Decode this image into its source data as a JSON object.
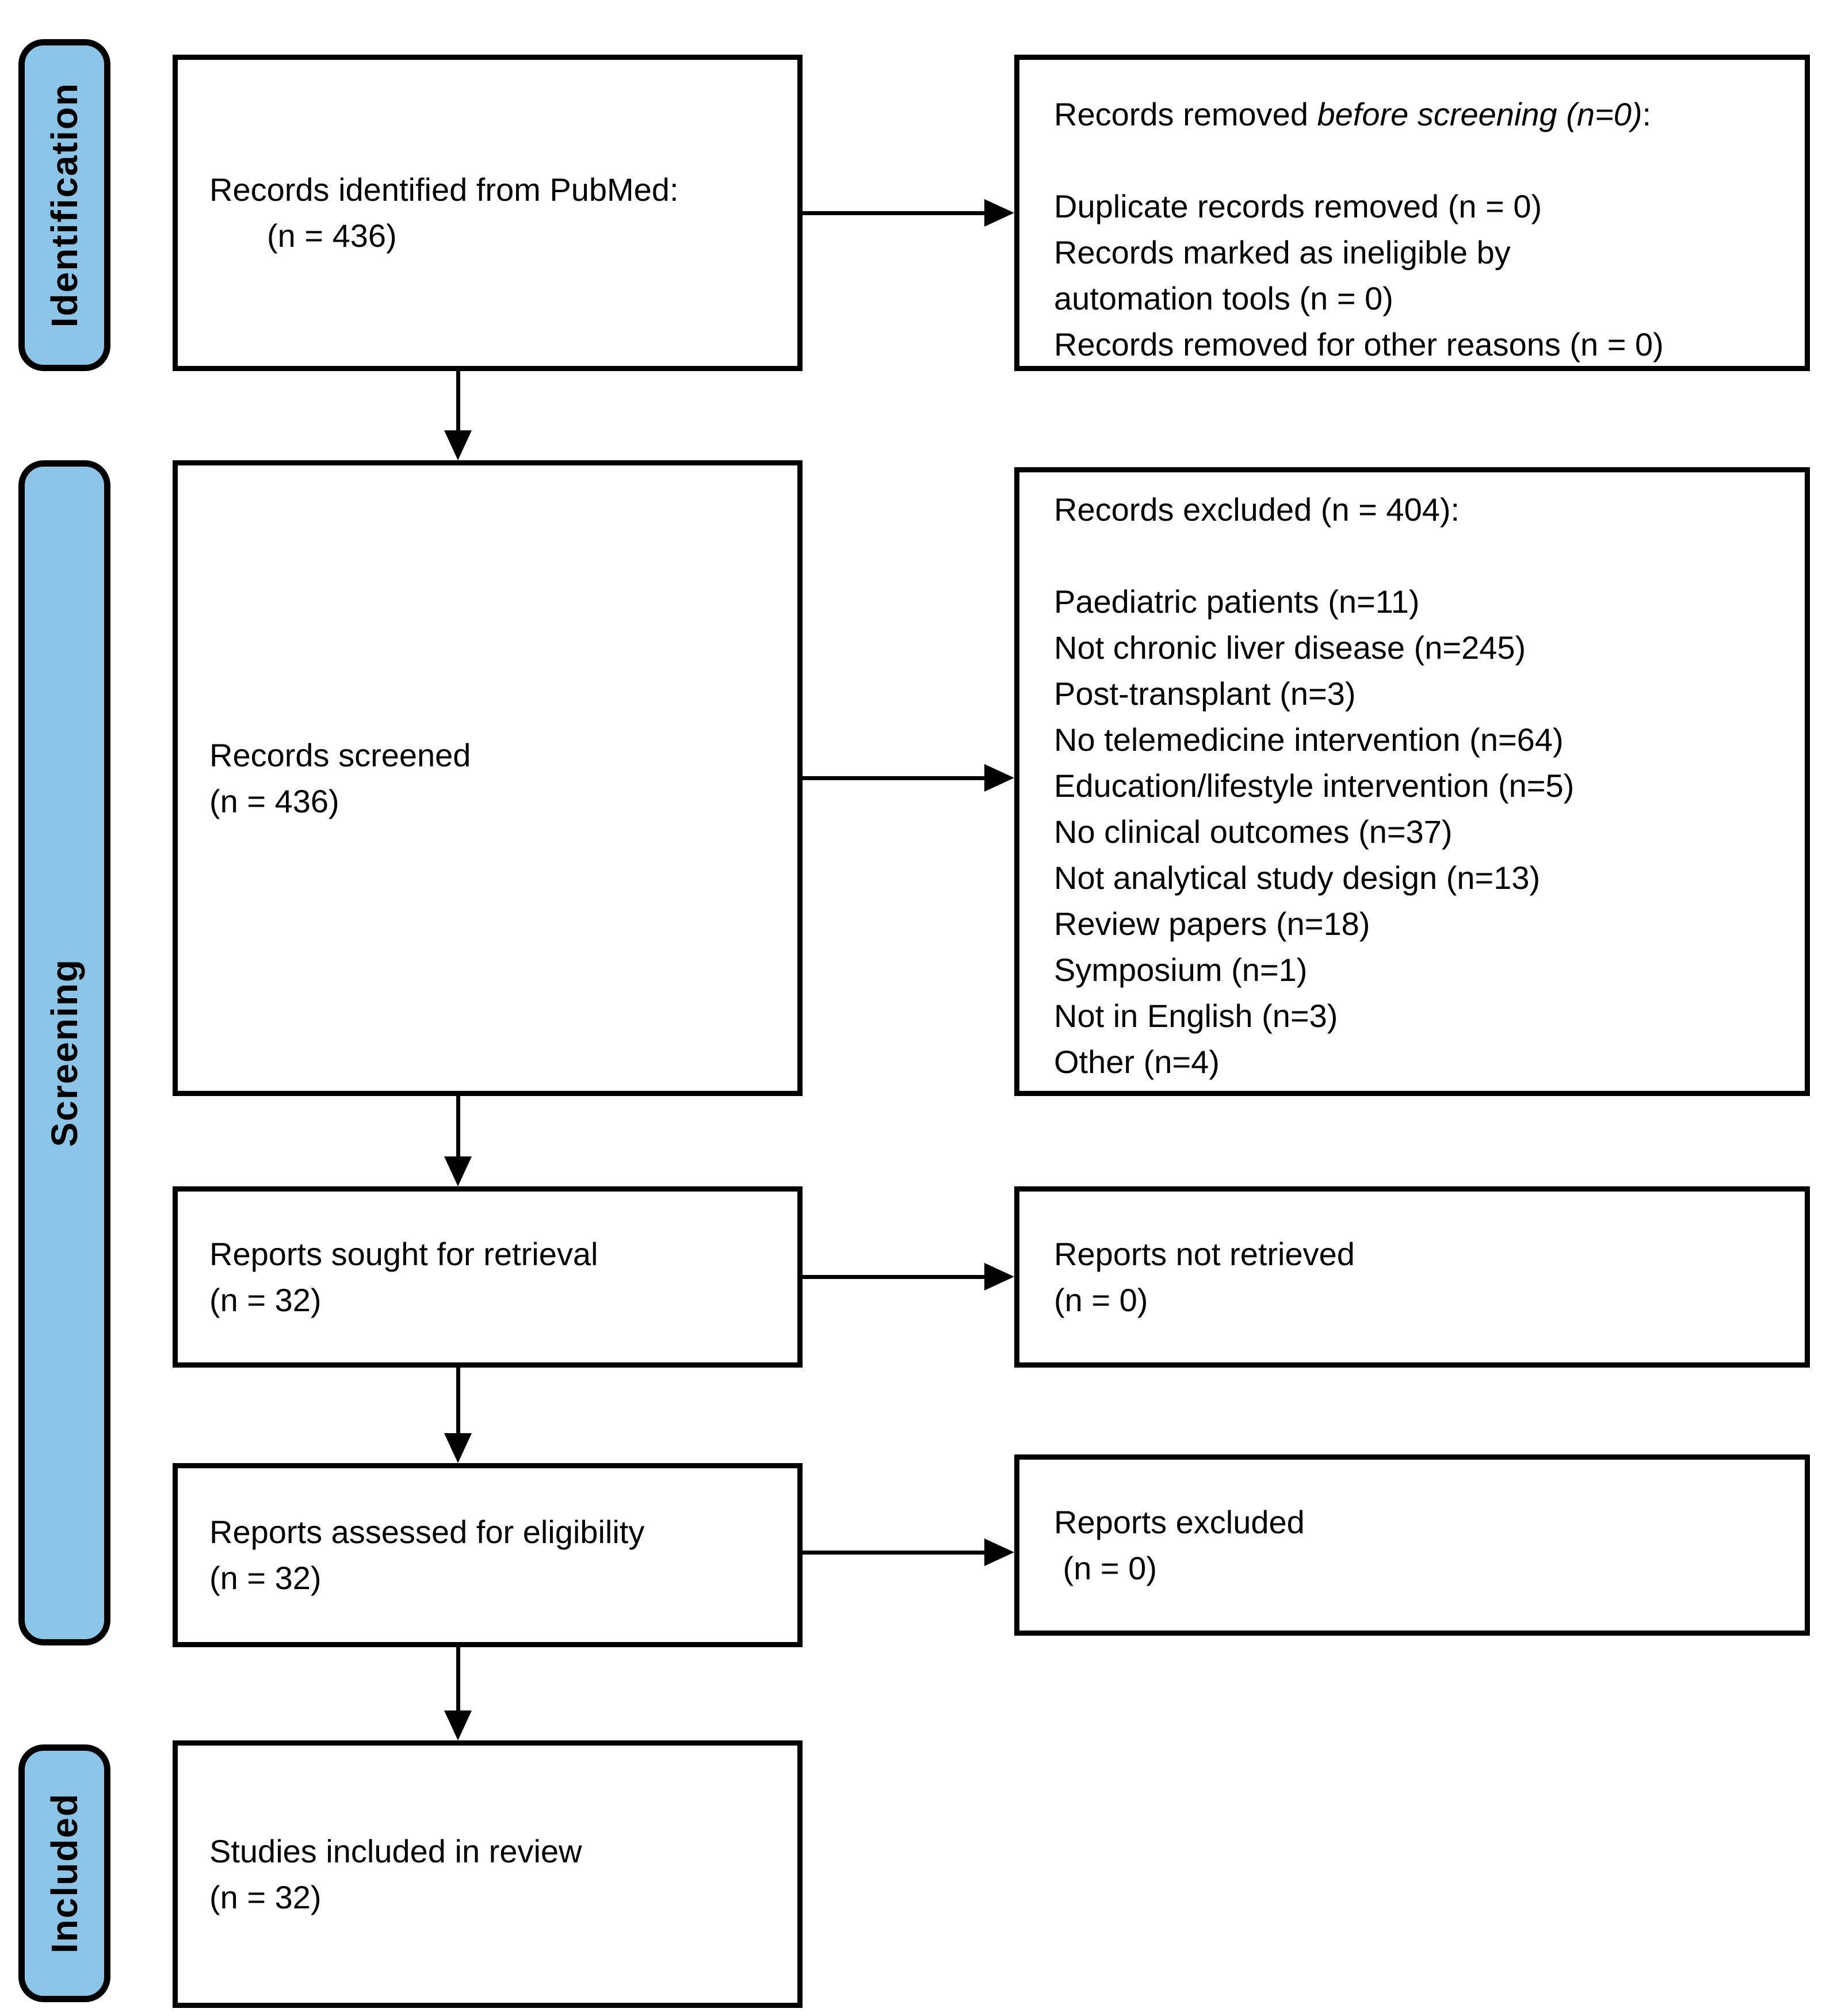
{
  "diagram": {
    "title": "PRISMA flow diagram",
    "colors": {
      "stage_fill": "#8CC4E8",
      "box_border": "#000000",
      "background": "#FFFFFF",
      "text": "#000000"
    },
    "stages": {
      "identification": "Identification",
      "screening": "Screening",
      "included": "Included"
    },
    "boxes": {
      "identified": {
        "line1": "Records identified from PubMed:",
        "line2": "(n = 436)"
      },
      "screened": {
        "lines": [
          "Records screened",
          "(n = 436)"
        ]
      },
      "sought": {
        "lines": [
          "Reports sought for retrieval",
          "(n = 32)"
        ]
      },
      "assessed": {
        "lines": [
          "Reports assessed for eligibility",
          "(n = 32)"
        ]
      },
      "included_studies": {
        "lines": [
          "Studies included in review",
          "(n = 32)"
        ]
      },
      "removed_before_screening": {
        "header_prefix": "Records removed ",
        "header_italic": "before screening (n=0)",
        "header_suffix": ":",
        "items": [
          "",
          "Duplicate records removed (n = 0)",
          "Records marked as ineligible by",
          "automation tools (n = 0)",
          "Records removed for other reasons (n = 0)"
        ]
      },
      "records_excluded": {
        "header": "Records excluded (n = 404):",
        "items": [
          "",
          "Paediatric patients (n=11)",
          "Not chronic liver disease (n=245)",
          "Post-transplant (n=3)",
          "No telemedicine intervention (n=64)",
          "Education/lifestyle intervention (n=5)",
          "No clinical outcomes (n=37)",
          "Not analytical study design (n=13)",
          "Review papers (n=18)",
          "Symposium (n=1)",
          "Not in English (n=3)",
          "Other (n=4)"
        ]
      },
      "not_retrieved": {
        "lines": [
          "Reports not retrieved",
          "(n = 0)"
        ]
      },
      "reports_excluded": {
        "lines": [
          "Reports excluded",
          " (n = 0)"
        ]
      }
    }
  }
}
